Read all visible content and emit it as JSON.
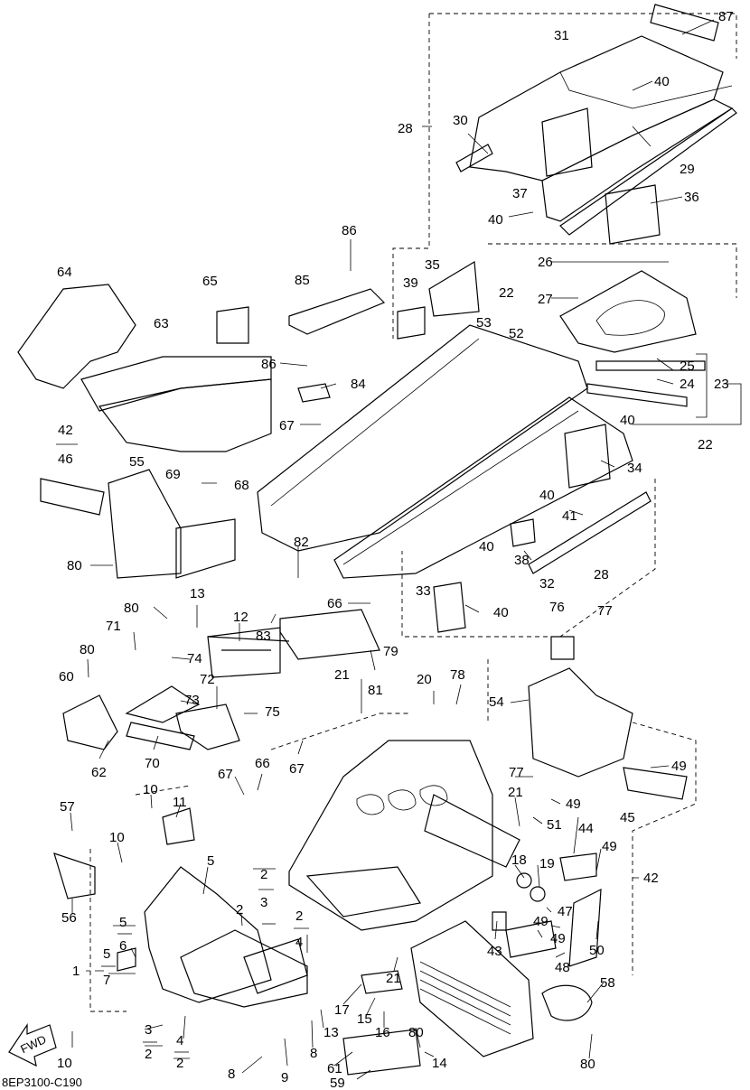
{
  "diagram": {
    "code": "8EP3100-C190",
    "fwd_label": "FWD",
    "callouts": [
      {
        "id": "c87",
        "text": "87"
      },
      {
        "id": "c31",
        "text": "31"
      },
      {
        "id": "c40a",
        "text": "40"
      },
      {
        "id": "c28a",
        "text": "28"
      },
      {
        "id": "c30",
        "text": "30"
      },
      {
        "id": "c29",
        "text": "29"
      },
      {
        "id": "c37",
        "text": "37"
      },
      {
        "id": "c36",
        "text": "36"
      },
      {
        "id": "c40b",
        "text": "40"
      },
      {
        "id": "c86a",
        "text": "86"
      },
      {
        "id": "c35",
        "text": "35"
      },
      {
        "id": "c26",
        "text": "26"
      },
      {
        "id": "c64",
        "text": "64"
      },
      {
        "id": "c65",
        "text": "65"
      },
      {
        "id": "c85",
        "text": "85"
      },
      {
        "id": "c39",
        "text": "39"
      },
      {
        "id": "c22a",
        "text": "22"
      },
      {
        "id": "c27",
        "text": "27"
      },
      {
        "id": "c53",
        "text": "53"
      },
      {
        "id": "c52",
        "text": "52"
      },
      {
        "id": "c63",
        "text": "63"
      },
      {
        "id": "c86b",
        "text": "86"
      },
      {
        "id": "c84",
        "text": "84"
      },
      {
        "id": "c25",
        "text": "25"
      },
      {
        "id": "c24",
        "text": "24"
      },
      {
        "id": "c23",
        "text": "23"
      },
      {
        "id": "c42a",
        "text": "42"
      },
      {
        "id": "c46",
        "text": "46"
      },
      {
        "id": "c67a",
        "text": "67"
      },
      {
        "id": "c69",
        "text": "69"
      },
      {
        "id": "c40c",
        "text": "40"
      },
      {
        "id": "c22b",
        "text": "22"
      },
      {
        "id": "c68",
        "text": "68"
      },
      {
        "id": "c55",
        "text": "55"
      },
      {
        "id": "c34",
        "text": "34"
      },
      {
        "id": "c40d",
        "text": "40"
      },
      {
        "id": "c41",
        "text": "41"
      },
      {
        "id": "c82",
        "text": "82"
      },
      {
        "id": "c38",
        "text": "38"
      },
      {
        "id": "c40e",
        "text": "40"
      },
      {
        "id": "c80a",
        "text": "80"
      },
      {
        "id": "c32",
        "text": "32"
      },
      {
        "id": "c28b",
        "text": "28"
      },
      {
        "id": "c13a",
        "text": "13"
      },
      {
        "id": "c66a",
        "text": "66"
      },
      {
        "id": "c33",
        "text": "33"
      },
      {
        "id": "c40f",
        "text": "40"
      },
      {
        "id": "c80b",
        "text": "80"
      },
      {
        "id": "c12",
        "text": "12"
      },
      {
        "id": "c83",
        "text": "83"
      },
      {
        "id": "c76",
        "text": "76"
      },
      {
        "id": "c77a",
        "text": "77"
      },
      {
        "id": "c79",
        "text": "79"
      },
      {
        "id": "c71",
        "text": "71"
      },
      {
        "id": "c74",
        "text": "74"
      },
      {
        "id": "c80c",
        "text": "80"
      },
      {
        "id": "c81",
        "text": "81"
      },
      {
        "id": "c60",
        "text": "60"
      },
      {
        "id": "c72",
        "text": "72"
      },
      {
        "id": "c21a",
        "text": "21"
      },
      {
        "id": "c20",
        "text": "20"
      },
      {
        "id": "c78",
        "text": "78"
      },
      {
        "id": "c73",
        "text": "73"
      },
      {
        "id": "c54",
        "text": "54"
      },
      {
        "id": "c75",
        "text": "75"
      },
      {
        "id": "c62",
        "text": "62"
      },
      {
        "id": "c70",
        "text": "70"
      },
      {
        "id": "c67b",
        "text": "67"
      },
      {
        "id": "c66b",
        "text": "66"
      },
      {
        "id": "c67c",
        "text": "67"
      },
      {
        "id": "c77b",
        "text": "77"
      },
      {
        "id": "c49a",
        "text": "49"
      },
      {
        "id": "c10a",
        "text": "10"
      },
      {
        "id": "c11",
        "text": "11"
      },
      {
        "id": "c21b",
        "text": "21"
      },
      {
        "id": "c49b",
        "text": "49"
      },
      {
        "id": "c57",
        "text": "57"
      },
      {
        "id": "c51",
        "text": "51"
      },
      {
        "id": "c45",
        "text": "45"
      },
      {
        "id": "c44",
        "text": "44"
      },
      {
        "id": "c49c",
        "text": "49"
      },
      {
        "id": "c10b",
        "text": "10"
      },
      {
        "id": "c5a",
        "text": "5"
      },
      {
        "id": "c18",
        "text": "18"
      },
      {
        "id": "c19",
        "text": "19"
      },
      {
        "id": "c42b",
        "text": "42"
      },
      {
        "id": "c2a",
        "text": "2"
      },
      {
        "id": "c3a",
        "text": "3"
      },
      {
        "id": "c56",
        "text": "56"
      },
      {
        "id": "c47",
        "text": "47"
      },
      {
        "id": "c5b",
        "text": "5"
      },
      {
        "id": "c6",
        "text": "6"
      },
      {
        "id": "c2b",
        "text": "2"
      },
      {
        "id": "c2c",
        "text": "2"
      },
      {
        "id": "c4a",
        "text": "4"
      },
      {
        "id": "c49d",
        "text": "49"
      },
      {
        "id": "c1",
        "text": "1"
      },
      {
        "id": "c5c",
        "text": "5"
      },
      {
        "id": "c7",
        "text": "7"
      },
      {
        "id": "c43",
        "text": "43"
      },
      {
        "id": "c49e",
        "text": "49"
      },
      {
        "id": "c50",
        "text": "50"
      },
      {
        "id": "c48",
        "text": "48"
      },
      {
        "id": "c21c",
        "text": "21"
      },
      {
        "id": "c58",
        "text": "58"
      },
      {
        "id": "c17",
        "text": "17"
      },
      {
        "id": "c15",
        "text": "15"
      },
      {
        "id": "c13b",
        "text": "13"
      },
      {
        "id": "c16",
        "text": "16"
      },
      {
        "id": "c80d",
        "text": "80"
      },
      {
        "id": "c3b",
        "text": "3"
      },
      {
        "id": "c2d",
        "text": "2"
      },
      {
        "id": "c4b",
        "text": "4"
      },
      {
        "id": "c2e",
        "text": "2"
      },
      {
        "id": "c8a",
        "text": "8"
      },
      {
        "id": "c14",
        "text": "14"
      },
      {
        "id": "c10c",
        "text": "10"
      },
      {
        "id": "c9",
        "text": "9"
      },
      {
        "id": "c61",
        "text": "61"
      },
      {
        "id": "c80e",
        "text": "80"
      },
      {
        "id": "c8b",
        "text": "8"
      },
      {
        "id": "c59",
        "text": "59"
      }
    ]
  }
}
